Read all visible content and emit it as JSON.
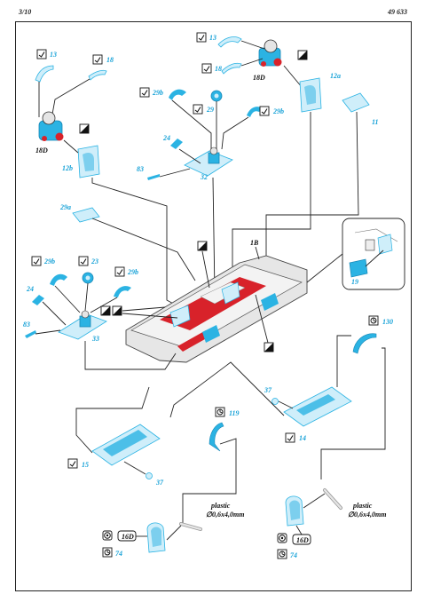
{
  "header": {
    "page": "3/10",
    "code": "49 633"
  },
  "colors": {
    "etch": "#2bb3e3",
    "etch_dark": "#1787b6",
    "red": "#d8222a",
    "line": "#222222",
    "tub": "#e6e6e6",
    "part_no": "#1aa3d8"
  },
  "icons": [
    "fold-icon",
    "paint-icon",
    "remove-icon",
    "glue-icon",
    "kit-part-icon"
  ],
  "labels": {
    "p13a": "13",
    "p18a": "18",
    "p13b": "13",
    "p18b": "18",
    "p18D_top": "18D",
    "p12a": "12a",
    "p11": "11",
    "p29b_1": "29b",
    "p29_1": "29",
    "p29b_2": "29b",
    "p24_1": "24",
    "p83_1": "83",
    "p32": "32",
    "p18D_left": "18D",
    "p12b": "12b",
    "p29a": "29a",
    "p1B": "1B",
    "p29b_3": "29b",
    "p23": "23",
    "p29b_4": "29b",
    "p24_2": "24",
    "p83_2": "83",
    "p33": "33",
    "p19": "19",
    "p130": "130",
    "p37_1": "37",
    "p14": "14",
    "p119": "119",
    "p15": "15",
    "p37_2": "37",
    "plastic_left": "plastic",
    "rod_left": "∅0,6x4,0mm",
    "plastic_right": "plastic",
    "rod_right": "∅0,6x4,0mm",
    "kit_left": "16D",
    "p74_left": "74",
    "kit_right": "16D",
    "p74_right": "74"
  }
}
